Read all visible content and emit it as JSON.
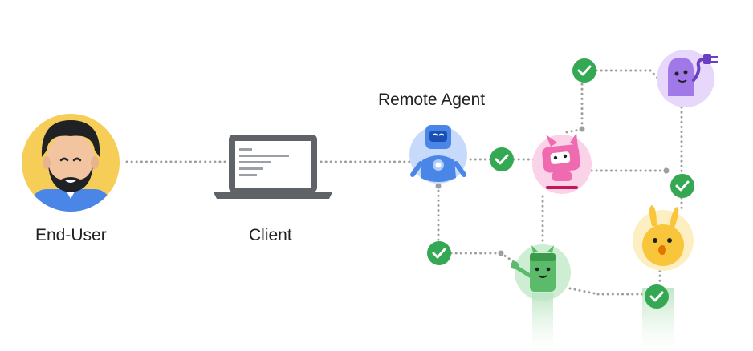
{
  "labels": {
    "end_user": "End-User",
    "client": "Client",
    "remote_agent": "Remote Agent"
  },
  "colors": {
    "connector": "#9e9e9e",
    "check": "#34a853",
    "end_user_bg": "#f6cd57",
    "laptop": "#5f6368",
    "robot_blue": "#4a86e8",
    "agent_pink": "#f06ab0",
    "agent_purple": "#a078e8",
    "agent_yellow": "#f9c53b",
    "agent_green": "#5bbb6a"
  },
  "icons": [
    "end-user-avatar",
    "laptop-icon",
    "remote-agent-robot-icon",
    "pink-agent-icon",
    "purple-plug-agent-icon",
    "yellow-bunny-agent-icon",
    "green-agent-icon",
    "check-icon"
  ]
}
